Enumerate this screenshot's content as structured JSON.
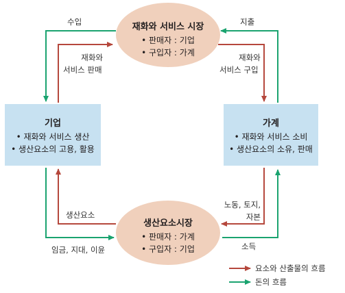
{
  "nodes": {
    "goods_market": {
      "title": "재화와 서비스 시장",
      "lines": [
        "• 판매자 : 기업",
        "• 구입자 : 가계"
      ]
    },
    "factor_market": {
      "title": "생산요소시장",
      "lines": [
        "• 판매자 : 가계",
        "• 구입자 : 기업"
      ]
    },
    "firm": {
      "title": "기업",
      "lines": [
        "• 재화와 서비스 생산",
        "• 생산요소의 고용, 활용"
      ]
    },
    "household": {
      "title": "가계",
      "lines": [
        "• 재화와 서비스 소비",
        "• 생산요소의 소유, 판매"
      ]
    }
  },
  "flows": {
    "revenue": "수입",
    "expenditure": "지출",
    "goods_sale": [
      "재화와",
      "서비스 판매"
    ],
    "goods_purchase": [
      "재화와",
      "서비스 구입"
    ],
    "factors": "생산요소",
    "factor_payments": "임금, 지대, 이윤",
    "labor": [
      "노동, 토지,",
      "자본"
    ],
    "income": "소득"
  },
  "legend": {
    "goods_flow": "요소와 산출물의 흐름",
    "money_flow": "돈의 흐름"
  },
  "colors": {
    "goods_arrow": "#b5473c",
    "money_arrow": "#1aa36f",
    "ellipse_fill": "#f0d0bc",
    "box_fill": "#c7e1f1"
  }
}
